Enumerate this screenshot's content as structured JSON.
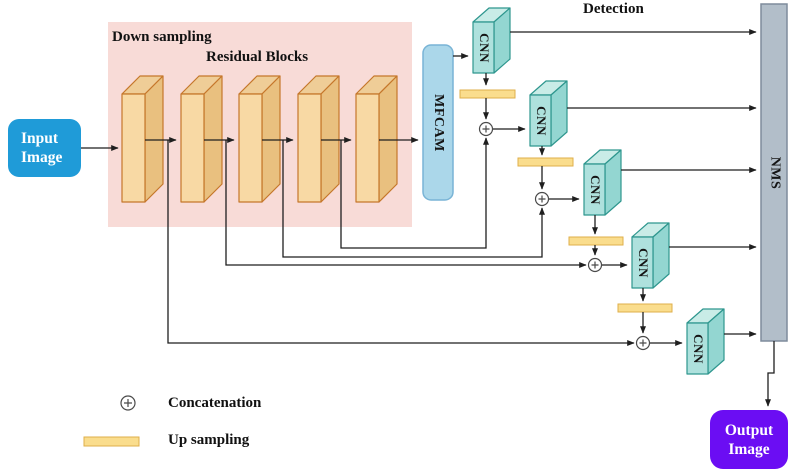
{
  "labels": {
    "down_sampling": "Down sampling",
    "residual_blocks": "Residual Blocks",
    "detection": "Detection"
  },
  "input_box": {
    "line1": "Input",
    "line2": "Image"
  },
  "output_box": {
    "line1": "Output",
    "line2": "Image"
  },
  "backbone": {
    "residual_block_count": 5
  },
  "mfcam": {
    "label": "MFCAM"
  },
  "nms": {
    "label": "NMS"
  },
  "cnn_blocks": [
    {
      "label": "CNN"
    },
    {
      "label": "CNN"
    },
    {
      "label": "CNN"
    },
    {
      "label": "CNN"
    },
    {
      "label": "CNN"
    }
  ],
  "legend": {
    "concatenation_label": "Concatenation",
    "up_sampling_label": "Up sampling"
  },
  "colors": {
    "input_box": "#1F9BD8",
    "output_box": "#6B0DF3",
    "downsampling_region": "#F8DBD7",
    "residual_block_fill": "#F8D9A4",
    "residual_block_top": "#EFCD97",
    "residual_block_side": "#E9C07F",
    "residual_block_border": "#C5772B",
    "cnn_block_fill": "#AEE1DD",
    "cnn_block_top": "#C9ECE7",
    "cnn_block_side": "#93D6D1",
    "cnn_block_border": "#2E968E",
    "mfcam_fill": "#ABD7EA",
    "mfcam_border": "#79B4D6",
    "nms_fill": "#B2BEC9",
    "nms_border": "#7E8C9C",
    "upsample_bar_fill": "#FADD8D",
    "upsample_bar_border": "#DFAF4A",
    "line_color": "#1F1F1F"
  }
}
